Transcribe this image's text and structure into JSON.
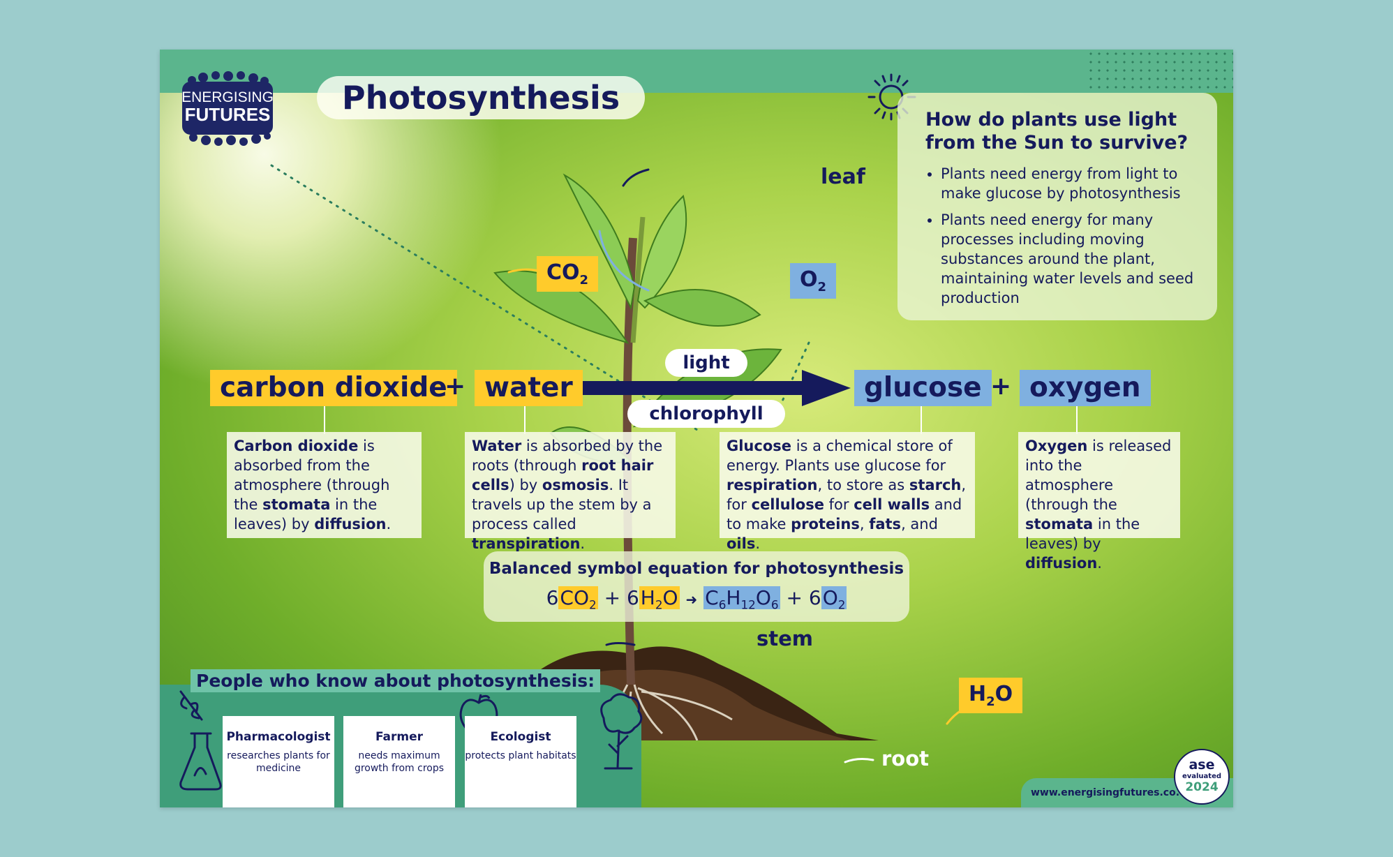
{
  "poster": {
    "brand": [
      "ENERGISING",
      "FUTURES"
    ],
    "title": "Photosynthesis",
    "info": {
      "heading": "How do plants use light from the Sun to survive?",
      "bullets": [
        "Plants need energy from light to make glucose by photosynthesis",
        "Plants need energy for many processes including moving substances around the plant, maintaining water levels and seed production"
      ]
    },
    "plant_labels": {
      "leaf": "leaf",
      "stem": "stem",
      "root": "root",
      "co2": {
        "main": "CO",
        "sub": "2"
      },
      "o2": {
        "main": "O",
        "sub": "2"
      },
      "h2o": {
        "a": "H",
        "sub": "2",
        "b": "O"
      }
    },
    "word_equation": {
      "reactant1": "carbon dioxide",
      "plus": "+",
      "reactant2": "water",
      "condition_top": "light",
      "condition_bottom": "chlorophyll",
      "product1": "glucose",
      "product2": "oxygen"
    },
    "descriptions": {
      "co2": {
        "b1": "Carbon dioxide",
        "t1": " is absorbed from the atmosphere (through the ",
        "b2": "stomata",
        "t2": " in the leaves) by ",
        "b3": "diffusion",
        "t3": "."
      },
      "water": {
        "b1": "Water",
        "t1": " is absorbed by the roots (through ",
        "b2": "root hair cells",
        "t2": ") by ",
        "b3": "osmosis",
        "t3": ". It travels up the stem by a process called ",
        "b4": "transpiration",
        "t4": "."
      },
      "glucose": {
        "b1": "Glucose",
        "t1": " is a chemical store of energy. Plants use glucose for ",
        "b2": "respiration",
        "t2": ", to store as ",
        "b3": "starch",
        "t3": ", for ",
        "b4": "cellulose",
        "t4": " for ",
        "b5": "cell walls",
        "t5": " and to make ",
        "b6": "proteins",
        "t6": ", ",
        "b7": "fats",
        "t7": ", and ",
        "b8": "oils",
        "t8": "."
      },
      "oxygen": {
        "b1": "Oxygen",
        "t1": " is released into the atmosphere (through the ",
        "b2": "stomata",
        "t2": " in the leaves) by ",
        "b3": "diffusion",
        "t3": "."
      }
    },
    "symbol_equation": {
      "title": "Balanced symbol equation for photosynthesis",
      "c1": "6",
      "co": "CO",
      "s2": "2",
      "plus": "+",
      "c2": "6",
      "h": "H",
      "o": "O",
      "arrow": "➜",
      "c": "C",
      "s6": "6",
      "s12": "12",
      "c3": "6"
    },
    "people": {
      "title": "People who know about photosynthesis:",
      "cards": [
        {
          "name": "Pharmacologist",
          "desc": "researches plants for medicine"
        },
        {
          "name": "Farmer",
          "desc": "needs maximum growth from crops"
        },
        {
          "name": "Ecologist",
          "desc": "protects plant habitats"
        }
      ]
    },
    "website": "www.energisingfutures.co.uk",
    "badge": {
      "a": "ase",
      "evaluated": "evaluated",
      "year": "2024"
    },
    "colors": {
      "navy": "#151a5c",
      "yellow": "#ffcb2b",
      "blue": "#7fb0e0",
      "green": "#5bb58d"
    }
  }
}
